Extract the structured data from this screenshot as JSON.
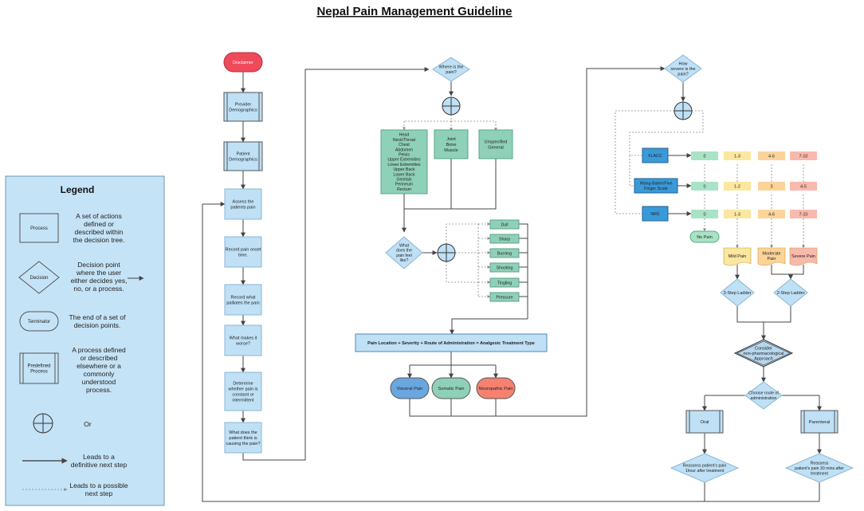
{
  "title": "Nepal Pain Management Guideline",
  "colors": {
    "process_fill": "#bfe0f5",
    "process_stroke": "#8bb6d3",
    "terminator_red": "#ef4a5b",
    "location_fill": "#8fd0b8",
    "location_stroke": "#5aa58a",
    "feel_fill": "#8fd0b8",
    "score_green": "#a9e3c6",
    "score_yellow": "#fbe7a0",
    "score_orange": "#fcd49a",
    "score_red": "#f9b9ad",
    "tool_blue": "#3a9ad9",
    "visceral": "#6aa6e0",
    "somatic": "#8fd0b8",
    "neuropathic": "#f58170",
    "legend_fill": "#c5e3f6",
    "line": "#444444",
    "dotted": "#888888"
  },
  "legend": {
    "title": "Legend",
    "items": [
      {
        "shape_label": "Process",
        "desc": [
          "A set of actions",
          "defined or",
          "described within",
          "the decision tree."
        ]
      },
      {
        "shape_label": "Decision",
        "desc": [
          "Decision point",
          "where the user",
          "either decides yes,",
          "no, or a process."
        ]
      },
      {
        "shape_label": "Terminator",
        "desc": [
          "The end of a set of",
          "decision points."
        ]
      },
      {
        "shape_label_lines": [
          "Predefined",
          "Process"
        ],
        "desc": [
          "A process defined",
          "or described",
          "elsewhere or a",
          "commonly",
          "understood",
          "process."
        ]
      },
      {
        "shape_label": "",
        "desc": [
          "Or"
        ]
      },
      {
        "shape_label": "",
        "desc": [
          "Leads to a",
          "definitive next step"
        ]
      },
      {
        "shape_label": "",
        "desc": [
          "Leads to a possible",
          "next step"
        ]
      }
    ]
  },
  "main_column": {
    "disclaimer": "Disclaimer",
    "provider": [
      "Provider",
      "Demographics"
    ],
    "patient": [
      "Patient",
      "Demographics"
    ],
    "steps": [
      [
        "Assess the",
        "patients pain"
      ],
      [
        "Record pain onset",
        "time."
      ],
      [
        "Record what",
        "palliates the pain"
      ],
      [
        "What makes it",
        "worse?"
      ],
      [
        "Determine",
        "whether pain is",
        "constant or",
        "intermittent"
      ],
      [
        "What does the",
        "patient think is",
        "causing the pain?"
      ]
    ]
  },
  "location": {
    "question": [
      "Where is the",
      "pain?"
    ],
    "body": [
      "Head",
      "Neck/Throat",
      "Chest",
      "Abdomen",
      "Pelvis",
      "Upper Extremities",
      "Lower Extremities",
      "Upper Back",
      "Lower Back",
      "Genitals",
      "Perineum",
      "Rectum"
    ],
    "joint": [
      "Joint",
      "Bone",
      "Muscle"
    ],
    "unspecified": [
      "Unspecified",
      "General"
    ]
  },
  "feel": {
    "question": [
      "What",
      "does the",
      "pain feel",
      "like?"
    ],
    "options": [
      "Dull",
      "Sharp",
      "Burning",
      "Shooting",
      "Tingling",
      "Pressure"
    ]
  },
  "summary": "Pain Location + Severity + Route of Administration =  Analgesic Treatment Type",
  "pain_types": [
    "Visceral Pain",
    "Somatic Pain",
    "Neuropathic Pain"
  ],
  "severity": {
    "question": [
      "How",
      "severe is the",
      "pain?"
    ],
    "tools": [
      {
        "name": [
          "FLACC"
        ],
        "scores": [
          "0",
          "1-3",
          "4-6",
          "7-10"
        ]
      },
      {
        "name": [
          "Wong-Baker/Five",
          "Finger Scale"
        ],
        "scores": [
          "0",
          "1-2",
          "3",
          "4-5"
        ]
      },
      {
        "name": [
          "NRS"
        ],
        "scores": [
          "0",
          "1-3",
          "4-6",
          "7-10"
        ]
      }
    ],
    "no_pain": "No Pain",
    "levels": [
      [
        "Mild Pain"
      ],
      [
        "Moderate",
        "Pain"
      ],
      [
        "Severe Pain"
      ]
    ],
    "ladders": [
      "3-Step Ladder",
      "2-Step Ladder"
    ],
    "consider": [
      "Consider",
      "non-pharmacological",
      "Approach"
    ],
    "route_q": [
      "Choose route of",
      "administration"
    ],
    "oral": "Oral",
    "parenteral": "Parenteral",
    "reassess_oral": [
      "Reassess patient's pain",
      "1hour after treatment"
    ],
    "reassess_par": [
      "Reassess",
      "patient's pain 30 mins after",
      "treatment"
    ]
  }
}
